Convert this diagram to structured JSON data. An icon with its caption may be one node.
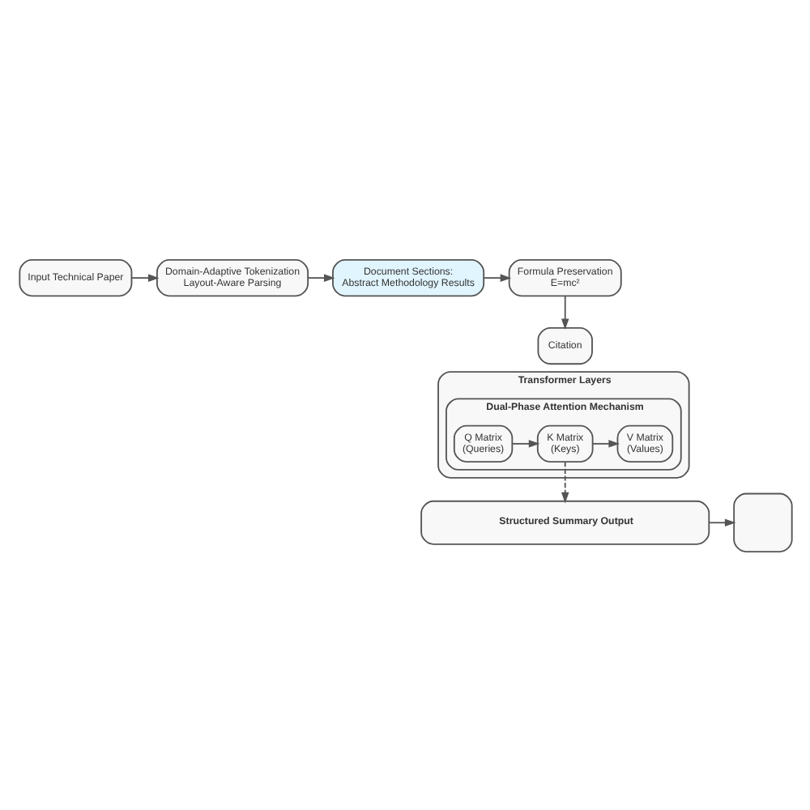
{
  "diagram": {
    "nodes": [
      {
        "text": [
          "Input Technical Paper"
        ]
      },
      {
        "text": [
          "Domain-Adaptive Tokenization",
          "Layout-Aware Parsing"
        ]
      },
      {
        "text": [
          "Document Sections:",
          "Abstract Methodology Results"
        ]
      },
      {
        "text": [
          "Formula Preservation",
          "E=mc²"
        ]
      },
      {
        "text": [
          "Citation"
        ]
      },
      {
        "text": [
          "Transformer Layers"
        ]
      },
      {
        "text": [
          "Dual-Phase Attention Mechanism"
        ],
        "in": 5
      },
      {
        "text": [
          "Q Matrix",
          "(Queries)"
        ],
        "in": 6
      },
      {
        "text": [
          "K Matrix",
          "(Keys)"
        ],
        "in": 6
      },
      {
        "text": [
          "V Matrix",
          "(Values)"
        ],
        "in": 6
      },
      {
        "text": [
          "Structured Summary Output"
        ]
      },
      {
        "text": [],
        "shape": "box"
      }
    ],
    "edges": [
      {
        "from": 0,
        "to": 1,
        "arrow": "to"
      },
      {
        "from": 1,
        "to": 2,
        "arrow": "to"
      },
      {
        "from": 2,
        "to": 3,
        "arrow": "to"
      },
      {
        "from": 3,
        "to": 4,
        "arrow": "to"
      },
      {
        "from": 7,
        "to": 8,
        "arrow": "to"
      },
      {
        "from": 8,
        "to": 9,
        "arrow": "to"
      },
      {
        "from": 8,
        "to": 10,
        "arrow": "to",
        "style": "dashed"
      },
      {
        "from": 10,
        "to": 11,
        "arrow": "to"
      }
    ]
  }
}
